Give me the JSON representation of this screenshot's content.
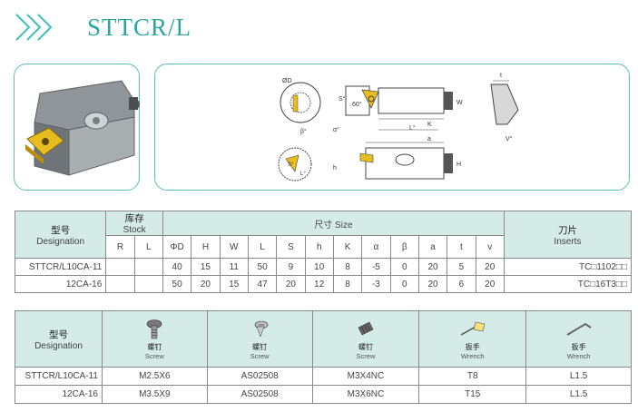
{
  "header": {
    "title": "STTCR/L",
    "chevron_color": "#3fbfb9"
  },
  "drawing_labels": {
    "od": "ØD",
    "s": "S°",
    "angle60": "60°",
    "w": "W",
    "k": "K",
    "l": "L°",
    "a": "a",
    "h": "H",
    "h_small": "h",
    "t": "t",
    "v": "V°",
    "beta": "β°",
    "alpha": "α°",
    "s_small": "S°",
    "l_small": "L°"
  },
  "spec_table": {
    "col_model_zh": "型号",
    "col_model_en": "Designation",
    "col_stock_zh": "库存",
    "col_stock_en": "Stock",
    "col_size": "尺寸 Size",
    "col_insert_zh": "刀片",
    "col_insert_en": "Inserts",
    "stock_cols": [
      "R",
      "L"
    ],
    "size_cols": [
      "ΦD",
      "H",
      "W",
      "L",
      "S",
      "h",
      "K",
      "α",
      "β",
      "a",
      "t",
      "v"
    ],
    "rows": [
      {
        "designation": "STTCR/L10CA-11",
        "r": "",
        "l": "",
        "values": [
          "40",
          "15",
          "11",
          "50",
          "9",
          "10",
          "8",
          "-5",
          "0",
          "20",
          "5",
          "20"
        ],
        "insert": "TC□1102□□"
      },
      {
        "designation": "12CA-16",
        "r": "",
        "l": "",
        "values": [
          "50",
          "20",
          "15",
          "47",
          "20",
          "12",
          "8",
          "-3",
          "0",
          "20",
          "6",
          "20"
        ],
        "insert": "TC□16T3□□"
      }
    ]
  },
  "parts_table": {
    "col_model_zh": "型号",
    "col_model_en": "Designation",
    "parts": [
      {
        "zh": "螺钉",
        "en": "Screw",
        "icon": "screw-icon"
      },
      {
        "zh": "螺钉",
        "en": "Screw",
        "icon": "screw-icon"
      },
      {
        "zh": "螺钉",
        "en": "Screw",
        "icon": "set-screw-icon"
      },
      {
        "zh": "扳手",
        "en": "Wrench",
        "icon": "torx-wrench-icon"
      },
      {
        "zh": "扳手",
        "en": "Wrench",
        "icon": "hex-key-icon"
      }
    ],
    "rows": [
      {
        "designation": "STTCR/L10CA-11",
        "values": [
          "M2.5X6",
          "AS02508",
          "M3X4NC",
          "T8",
          "L1.5"
        ]
      },
      {
        "designation": "12CA-16",
        "values": [
          "M3.5X9",
          "AS02508",
          "M3X6NC",
          "T15",
          "L1.5"
        ]
      }
    ]
  }
}
